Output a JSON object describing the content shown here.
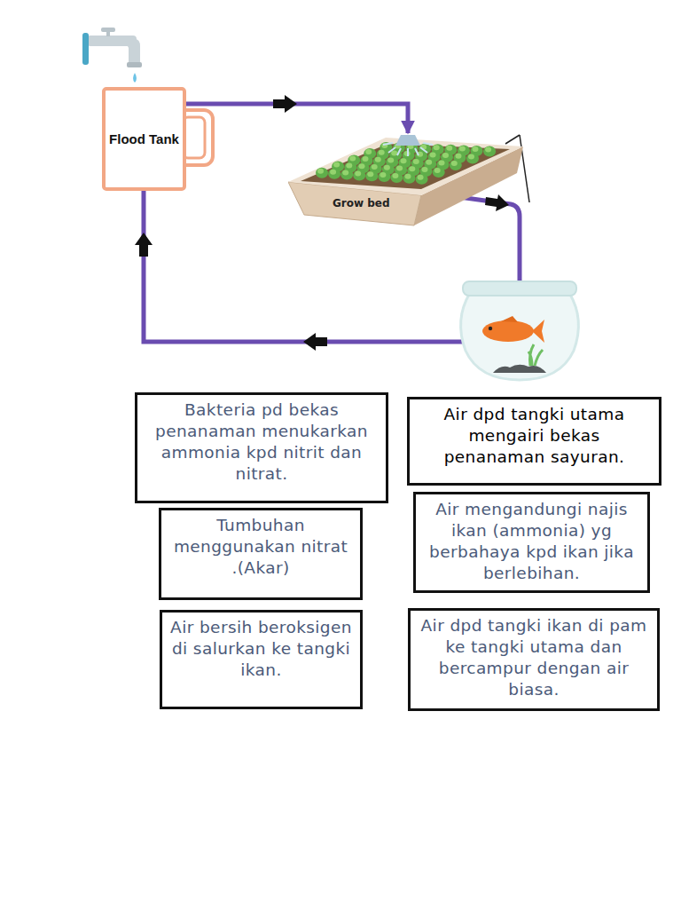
{
  "diagram": {
    "nodes": [
      {
        "text": [
          "Flood Tank"
        ]
      },
      {
        "text": [
          "Grow bed"
        ]
      },
      {
        "text": [
          "Bakteria pd bekas penanaman menukarkan ammonia kpd nitrit dan nitrat."
        ]
      },
      {
        "text": [
          "Air dpd tangki utama mengairi bekas penanaman sayuran."
        ]
      },
      {
        "text": [
          "Tumbuhan menggunakan nitrat .(Akar)"
        ]
      },
      {
        "text": [
          "Air mengandungi najis ikan (ammonia) yg berbahaya kpd ikan jika berlebihan."
        ]
      },
      {
        "text": [
          "Air bersih beroksigen di salurkan ke tangki ikan."
        ]
      },
      {
        "text": [
          "Air dpd tangki ikan di pam ke tangki utama dan bercampur dengan air biasa."
        ]
      }
    ],
    "edges": [
      {
        "from": 0,
        "to": 1,
        "arrow": "to"
      }
    ]
  }
}
